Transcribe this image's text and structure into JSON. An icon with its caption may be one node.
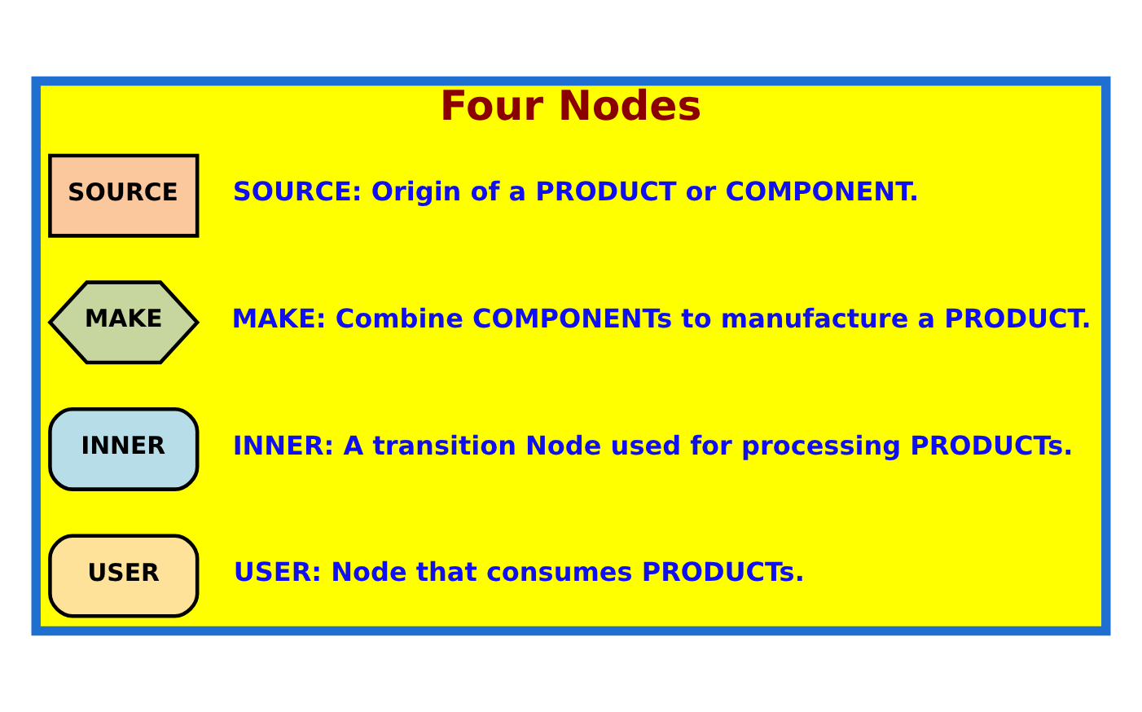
{
  "diagram": {
    "nodes": [
      {
        "text": [
          "Four Nodes"
        ]
      },
      {
        "text": [
          "SOURCE"
        ],
        "in": 0,
        "beside": [
          "SOURCE: Origin of a PRODUCT or COMPONENT."
        ]
      },
      {
        "text": [
          "MAKE"
        ],
        "in": 0,
        "beside": [
          "MAKE: Combine COMPONENTs to manufacture a PRODUCT."
        ]
      },
      {
        "text": [
          "INNER"
        ],
        "in": 0,
        "beside": [
          "INNER: A transition Node used for processing PRODUCTs."
        ]
      },
      {
        "text": [
          "USER"
        ],
        "in": 0,
        "beside": [
          "USER: Node that consumes PRODUCTs."
        ]
      }
    ],
    "edges": []
  }
}
